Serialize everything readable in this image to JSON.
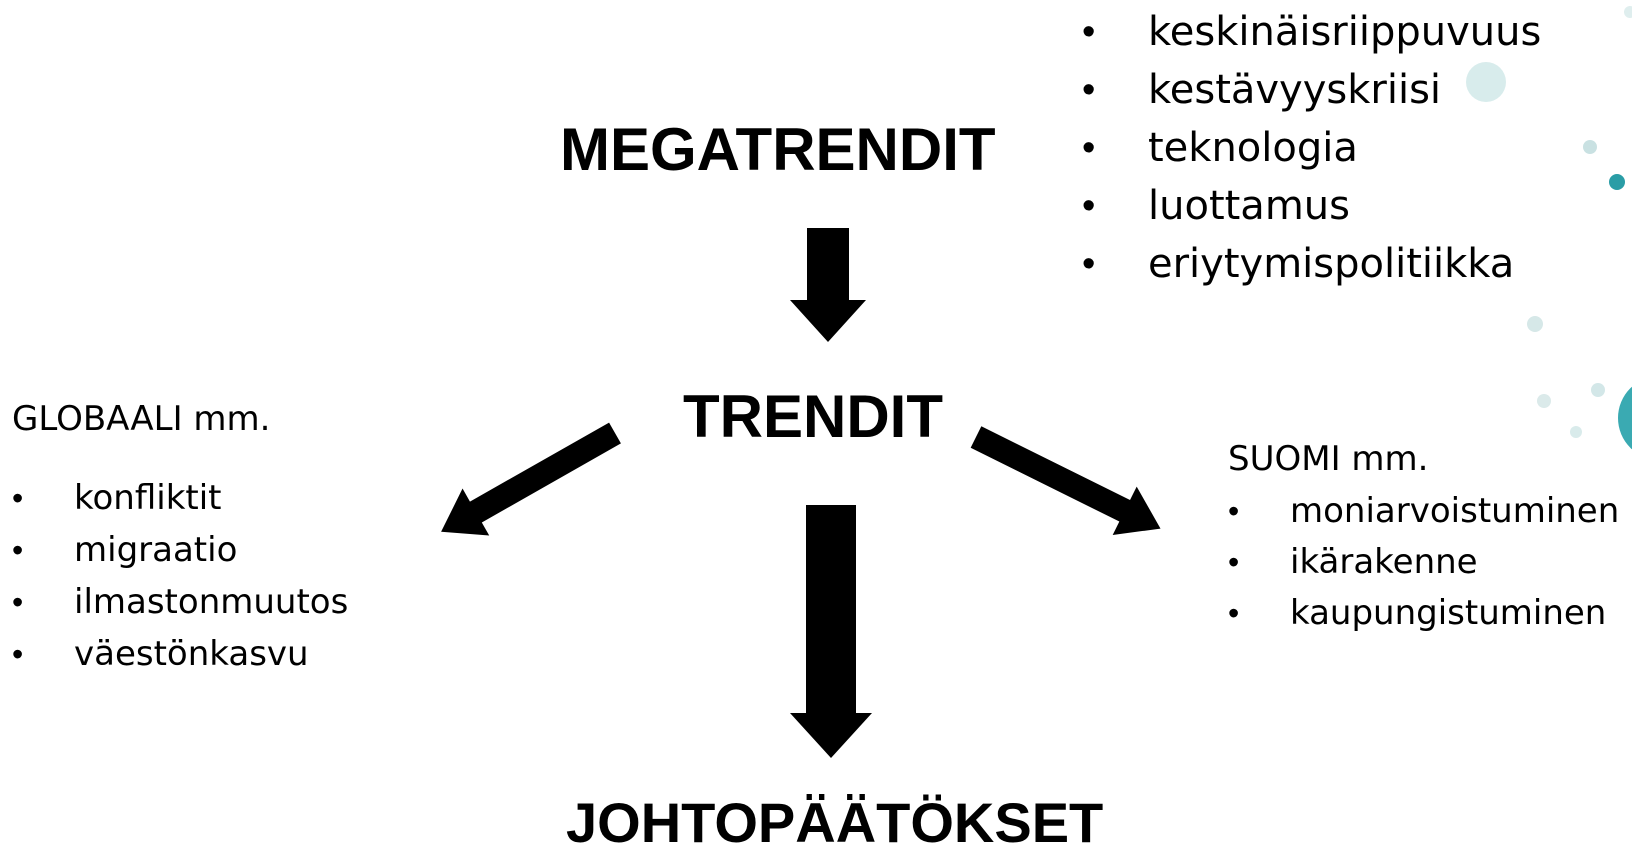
{
  "headings": {
    "megatrendit": "MEGATRENDIT",
    "trendit": "TRENDIT",
    "johtopaatokset": "JOHTOPÄÄTÖKSET"
  },
  "megatrends": {
    "items": [
      "keskinäisriippuvuus",
      "kestävyyskriisi",
      "teknologia",
      "luottamus",
      "eriytymispolitiikka"
    ]
  },
  "global": {
    "title": "GLOBAALI mm.",
    "items": [
      "konfliktit",
      "migraatio",
      "ilmastonmuutos",
      "väestönkasvu"
    ]
  },
  "finland": {
    "title": "SUOMI mm.",
    "items": [
      "moniarvoistuminen",
      "ikärakenne",
      "kaupungistuminen"
    ]
  },
  "bullet_symbol": "•",
  "colors": {
    "text": "#000000",
    "arrows": "#000000",
    "decor_teal_dark": "#2aa0a8",
    "decor_teal_light": "#cfe9ea"
  }
}
